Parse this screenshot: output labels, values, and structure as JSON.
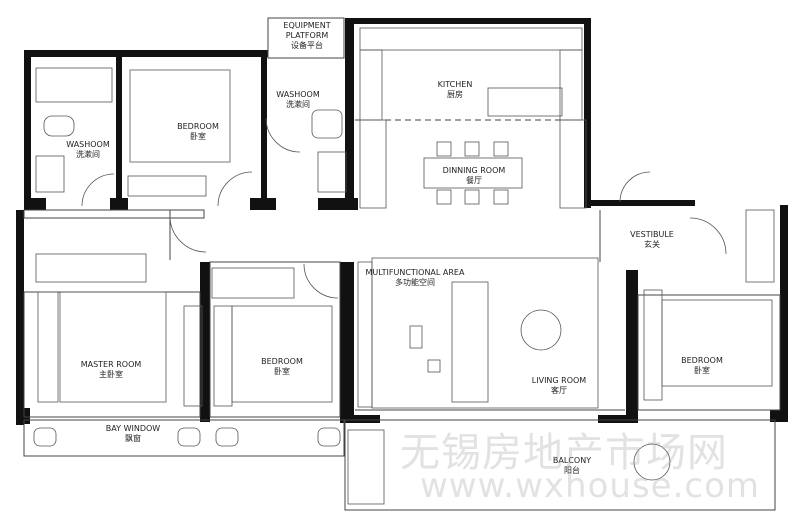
{
  "rooms": {
    "equipment_platform": {
      "en1": "EQUIPMENT",
      "en2": "PLATFORM",
      "zh": "设备平台"
    },
    "washroom_left": {
      "en": "WASHOOM",
      "zh": "洗漱间"
    },
    "bedroom_top": {
      "en": "BEDROOM",
      "zh": "卧室"
    },
    "washroom_mid": {
      "en": "WASHOOM",
      "zh": "洗漱间"
    },
    "kitchen": {
      "en": "KITCHEN",
      "zh": "厨房"
    },
    "dining_room": {
      "en": "DINNING ROOM",
      "zh": "餐厅"
    },
    "vestibule": {
      "en": "VESTIBULE",
      "zh": "玄关"
    },
    "multifunctional_area": {
      "en": "MULTIFUNCTIONAL AREA",
      "zh": "多功能空间"
    },
    "master_room": {
      "en": "MASTER ROOM",
      "zh": "主卧室"
    },
    "bedroom_middle": {
      "en": "BEDROOM",
      "zh": "卧室"
    },
    "living_room": {
      "en": "LIVING ROOM",
      "zh": "客厅"
    },
    "bedroom_right": {
      "en": "BEDROOM",
      "zh": "卧室"
    },
    "bay_window": {
      "en": "BAY WINDOW",
      "zh": "飘窗"
    },
    "balcony": {
      "en": "BALCONY",
      "zh": "阳台"
    }
  },
  "watermark": {
    "cn": "无锡房地产市场网",
    "url": "www.wxhouse.com"
  },
  "colors": {
    "wall": "#111111",
    "line": "#444444",
    "watermark": "#9a9a9a"
  }
}
